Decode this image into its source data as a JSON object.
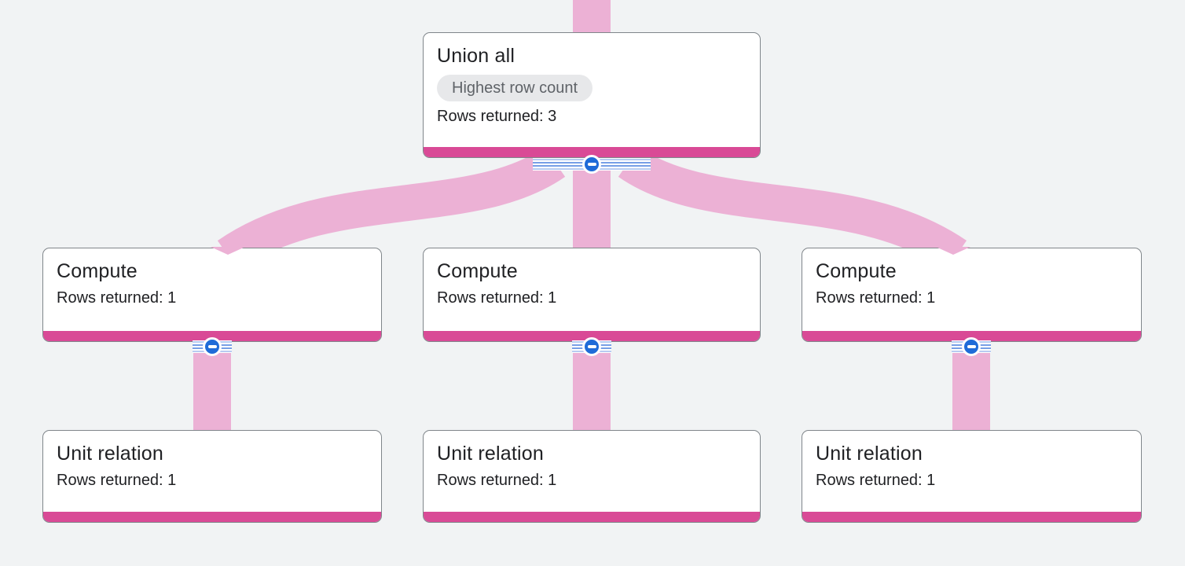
{
  "graph": {
    "kind": "query-execution-graph",
    "colors": {
      "background": "#f1f3f4",
      "edge_pink": "#ecb1d5",
      "node_accent_magenta": "#d94a96",
      "collapse_button_blue": "#1f6bd8",
      "node_border_gray": "#80868b",
      "badge_background": "#e7e8ea",
      "badge_text": "#5f6368",
      "text_primary": "#202124"
    },
    "nodes": [
      {
        "id": "union-all",
        "title": "Union all",
        "badge": "Highest row count",
        "rows": "Rows returned: 3"
      },
      {
        "id": "compute-1",
        "title": "Compute",
        "rows": "Rows returned: 1"
      },
      {
        "id": "compute-2",
        "title": "Compute",
        "rows": "Rows returned: 1"
      },
      {
        "id": "compute-3",
        "title": "Compute",
        "rows": "Rows returned: 1"
      },
      {
        "id": "unit-relation-1",
        "title": "Unit relation",
        "rows": "Rows returned: 1"
      },
      {
        "id": "unit-relation-2",
        "title": "Unit relation",
        "rows": "Rows returned: 1"
      },
      {
        "id": "unit-relation-3",
        "title": "Unit relation",
        "rows": "Rows returned: 1"
      }
    ],
    "edges": [
      {
        "from": "offscreen-parent",
        "to": "union-all"
      },
      {
        "from": "compute-1",
        "to": "union-all"
      },
      {
        "from": "compute-2",
        "to": "union-all"
      },
      {
        "from": "compute-3",
        "to": "union-all"
      },
      {
        "from": "unit-relation-1",
        "to": "compute-1"
      },
      {
        "from": "unit-relation-2",
        "to": "compute-2"
      },
      {
        "from": "unit-relation-3",
        "to": "compute-3"
      }
    ],
    "collapse_button": {
      "action": "collapse",
      "state": "expanded",
      "symbol": "minus"
    }
  }
}
